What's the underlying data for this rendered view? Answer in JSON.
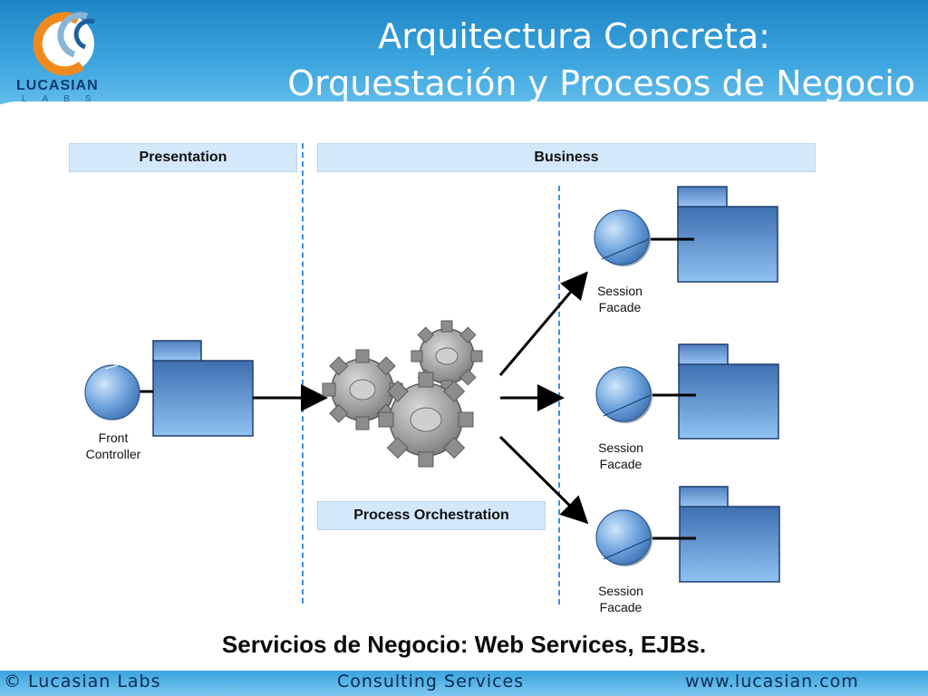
{
  "title": {
    "line1": "Arquitectura Concreta:",
    "line2": "Orquestación y Procesos de Negocio"
  },
  "logo": {
    "name": "LUCASIAN",
    "sub": "LABS"
  },
  "sections": {
    "presentation": "Presentation",
    "business": "Business",
    "process_orchestration": "Process Orchestration"
  },
  "components": {
    "front_controller": {
      "line1": "Front",
      "line2": "Controller"
    },
    "session_facade_1": {
      "line1": "Session",
      "line2": "Facade"
    },
    "session_facade_2": {
      "line1": "Session",
      "line2": "Facade"
    },
    "session_facade_3": {
      "line1": "Session",
      "line2": "Facade"
    }
  },
  "caption": "Servicios de Negocio: Web Services, EJBs.",
  "footer": {
    "left": "© Lucasian Labs",
    "center": "Consulting Services",
    "right": "www.lucasian.com"
  },
  "colors": {
    "header_blue": "#2a93d2",
    "section_fill": "#d4e8fb",
    "dash_blue": "#3b8fe0",
    "component_blue": "#5b8fce",
    "logo_orange": "#f08a1e"
  }
}
